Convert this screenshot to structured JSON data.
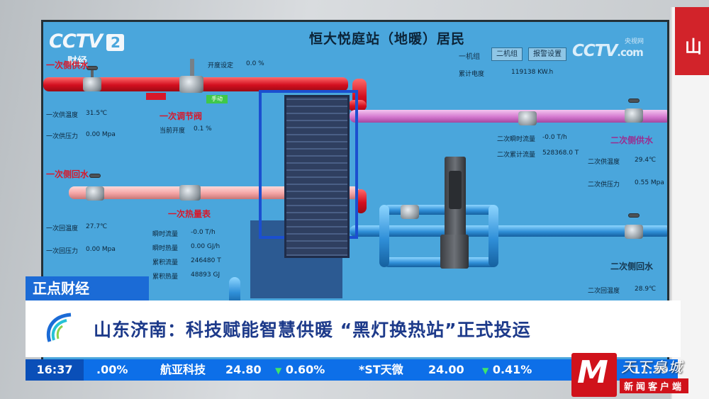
{
  "scada": {
    "title": "恒大悦庭站（地暖）居民",
    "tabs": {
      "unit1": "一机组",
      "unit2": "二机组",
      "alarm_settings": "报警设置"
    },
    "energy": {
      "label": "累计电度",
      "value": "119138 KW.h"
    },
    "primary_supply": {
      "title": "一次侧供水",
      "temp_label": "一次供温度",
      "temp_value": "31.5℃",
      "pressure_label": "一次供压力",
      "pressure_value": "0.00 Mpa"
    },
    "regulating_valve": {
      "title": "一次调节阀",
      "opening_set_label": "开度设定",
      "opening_set_value": "0.0 %",
      "current_opening_label": "当前开度",
      "current_opening_value": "0.1 %",
      "mode_tag": "手动"
    },
    "primary_return": {
      "title": "一次侧回水",
      "temp_label": "一次回温度",
      "temp_value": "27.7℃",
      "pressure_label": "一次回压力",
      "pressure_value": "0.00 Mpa"
    },
    "heat_meter": {
      "title": "一次热量表",
      "rows": [
        {
          "label": "瞬时流量",
          "value": "-0.0 T/h"
        },
        {
          "label": "瞬时热量",
          "value": "0.00 GJ/h"
        },
        {
          "label": "累积流量",
          "value": "246480 T"
        },
        {
          "label": "累积热量",
          "value": "48893 GJ"
        }
      ]
    },
    "secondary_flow": {
      "instant_label": "二次瞬时流量",
      "instant_value": "-0.0 T/h",
      "total_label": "二次累计流量",
      "total_value": "528368.0 T"
    },
    "secondary_supply": {
      "title": "二次侧供水",
      "temp_label": "二次供温度",
      "temp_value": "29.4℃",
      "pressure_label": "二次供压力",
      "pressure_value": "0.55 Mpa"
    },
    "secondary_return": {
      "title": "二次侧回水",
      "temp_label": "二次回温度",
      "temp_value": "28.9℃"
    }
  },
  "broadcast": {
    "channel_logo": "CCTV",
    "channel_number": "2",
    "channel_sub": "财经",
    "web_logo": "CCTV",
    "web_logo_suffix": ".com",
    "web_logo_sub": "央视网",
    "program": "正点财经",
    "headline": "山东济南：科技赋能智慧供暖 “黑灯换热站”正式投运",
    "clock": "16:37",
    "ticker": [
      {
        "name": "",
        "price": ".00%",
        "change": ""
      },
      {
        "name": "航亚科技",
        "price": "24.80",
        "change": "0.60%"
      },
      {
        "name": "*ST天微",
        "price": "24.00",
        "change": "0.41%"
      }
    ],
    "clock2": "11:39",
    "up_arrow": "▼"
  },
  "watermark": {
    "brand": "天下泉城",
    "sub": "新闻客户端",
    "mark": "M"
  },
  "colors": {
    "screen_bg": "#4aa6dc",
    "primary_pipe": "#d30f1f",
    "secondary_supply_pipe": "#d579cf",
    "secondary_return_pipe": "#2f8fd8",
    "banner": "#1b6bd6"
  }
}
